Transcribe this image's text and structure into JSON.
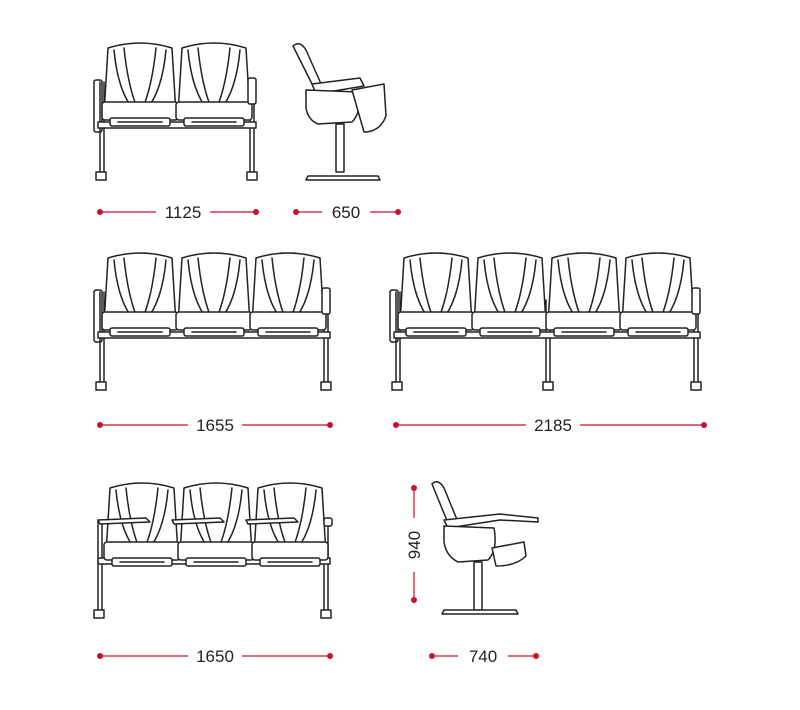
{
  "colors": {
    "line": "#222222",
    "dimension": "#c8102e",
    "background": "#ffffff"
  },
  "dimensions": {
    "two_seat_width": "1125",
    "side_depth": "650",
    "three_seat_width": "1655",
    "four_seat_width": "2185",
    "three_seat_tablet_width": "1650",
    "tablet_side_height": "940",
    "tablet_side_depth": "740"
  }
}
